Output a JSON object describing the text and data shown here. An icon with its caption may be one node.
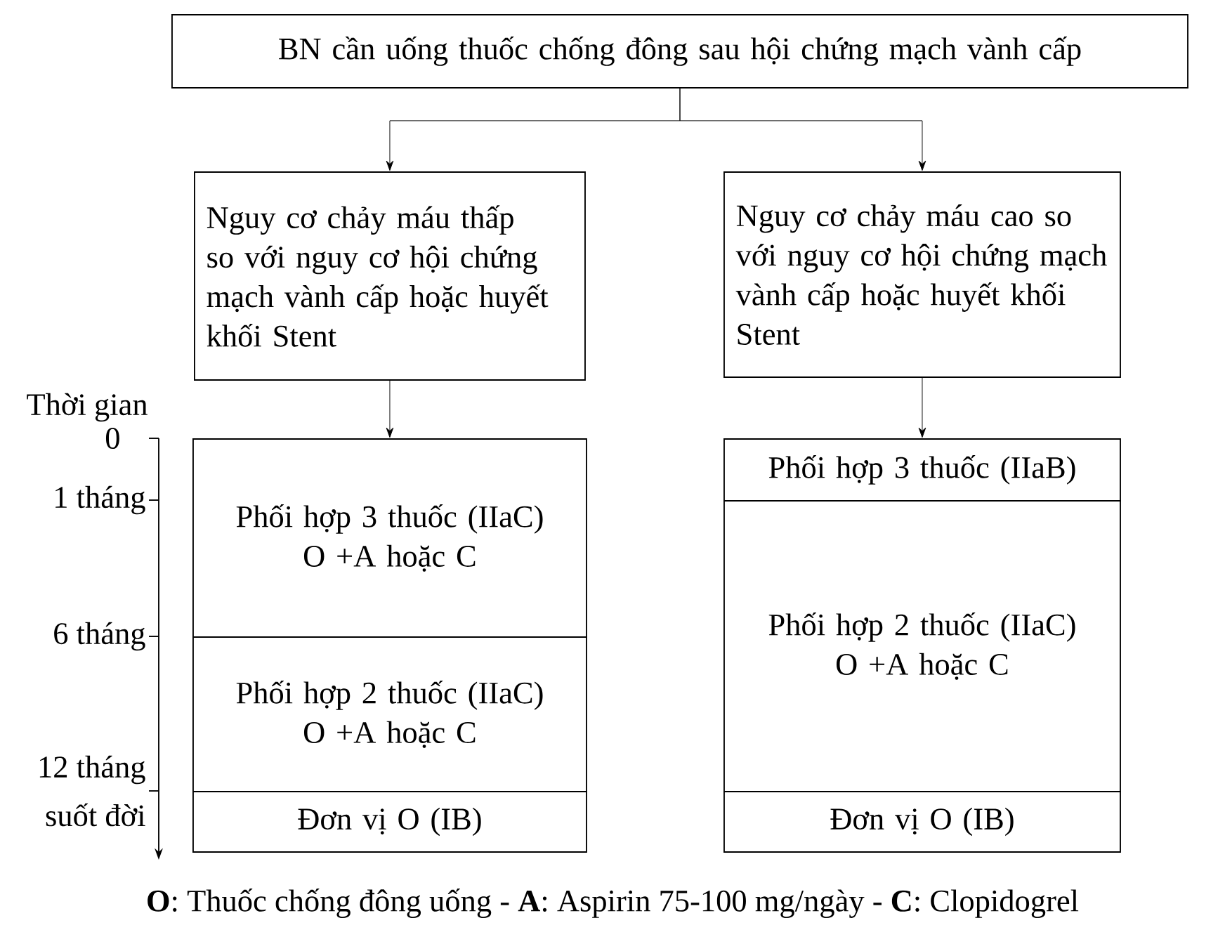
{
  "diagram": {
    "nodes": [
      {
        "text": [
          "BN cần uống thuốc chống đông sau hội chứng mạch vành cấp"
        ]
      },
      {
        "text": [
          "Nguy cơ chảy máu thấp so với nguy cơ hội chứng mạch vành cấp hoặc huyết khối Stent"
        ]
      },
      {
        "text": [
          "Nguy cơ chảy máu cao so với nguy cơ hội chứng mạch vành cấp hoặc huyết khối Stent"
        ]
      },
      {
        "text": [
          "Phối hợp 3 thuốc (IIaC)",
          "O +A hoặc C"
        ]
      },
      {
        "text": [
          "Phối hợp 2 thuốc (IIaC)",
          "O +A hoặc C"
        ]
      },
      {
        "text": [
          "Đơn vị O (IB)"
        ]
      },
      {
        "text": [
          "Phối hợp 3 thuốc (IIaB)"
        ]
      },
      {
        "text": [
          "Phối hợp 2 thuốc (IIaC)",
          "O +A hoặc C"
        ]
      },
      {
        "text": [
          "Đơn vị O (IB)"
        ]
      }
    ],
    "edges": [
      {
        "from": 0,
        "to": 1,
        "arrow": "to"
      },
      {
        "from": 0,
        "to": 2,
        "arrow": "to"
      },
      {
        "from": 1,
        "to": 3,
        "arrow": "to"
      },
      {
        "from": 2,
        "to": 6,
        "arrow": "to"
      }
    ],
    "labels": [
      "Thời gian",
      "0",
      "1 tháng",
      "6 tháng",
      "12 tháng",
      "suốt đời",
      "**O**: Thuốc chống đông uống - **A**: Aspirin 75-100 mg/ngày - **C**: Clopidogrel"
    ]
  }
}
